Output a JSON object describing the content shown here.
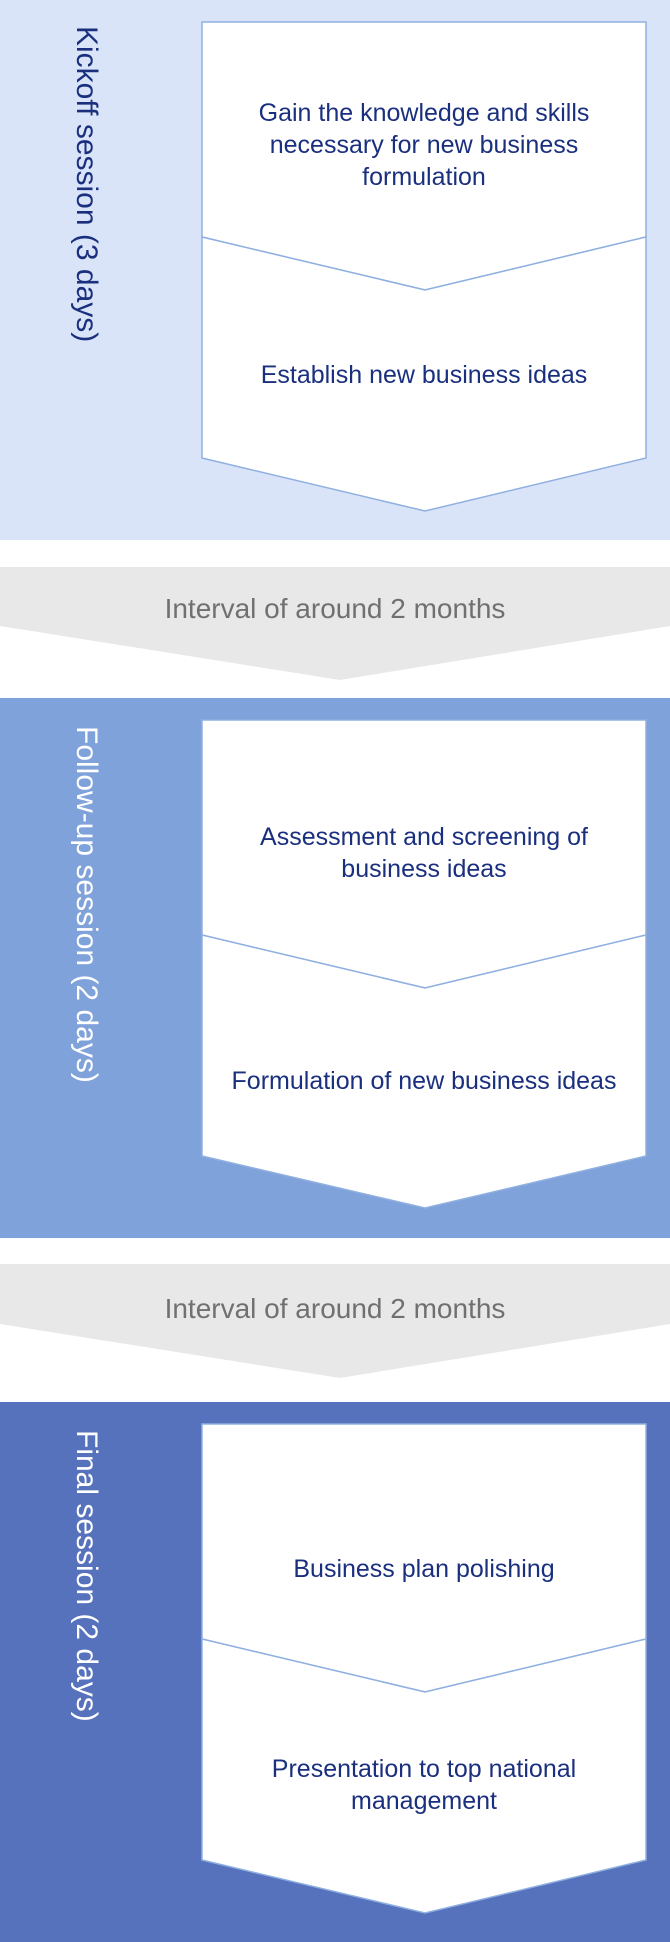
{
  "colors": {
    "session_1_bg": "#d9e4f8",
    "session_2_bg": "#80a2da",
    "session_3_bg": "#5772bd",
    "interval_bg": "#e8e8e8",
    "step_fill": "#ffffff",
    "step_border": "#8fb0e0",
    "step_text": "#1a2f7e",
    "label_dark": "#1a2f7e",
    "label_light": "#ffffff",
    "interval_text": "#707070"
  },
  "sessions": [
    {
      "label": "Kickoff session (3 days)",
      "steps": [
        "Gain the knowledge and skills necessary for new business formulation",
        "Establish new business ideas"
      ]
    },
    {
      "label": "Follow-up session (2 days)",
      "steps": [
        "Assessment and screening of business ideas",
        "Formulation of new business ideas"
      ]
    },
    {
      "label": "Final session (2 days)",
      "steps": [
        "Business plan polishing",
        "Presentation to top national management"
      ]
    }
  ],
  "intervals": [
    "Interval of around 2 months",
    "Interval of around 2 months"
  ]
}
